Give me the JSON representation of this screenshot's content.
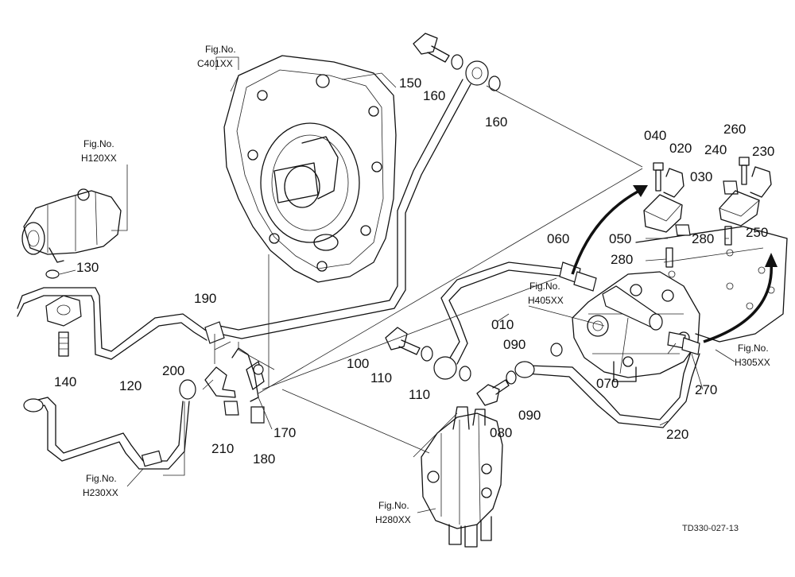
{
  "figure_refs": [
    {
      "id": "c401",
      "label": "Fig.No.",
      "code": "C401XX"
    },
    {
      "id": "h120",
      "label": "Fig.No.",
      "code": "H120XX"
    },
    {
      "id": "h405",
      "label": "Fig.No.",
      "code": "H405XX"
    },
    {
      "id": "h305",
      "label": "Fig.No.",
      "code": "H305XX"
    },
    {
      "id": "h230",
      "label": "Fig.No.",
      "code": "H230XX"
    },
    {
      "id": "h280",
      "label": "Fig.No.",
      "code": "H280XX"
    }
  ],
  "part_numbers": {
    "p010": "010",
    "p020": "020",
    "p030": "030",
    "p040": "040",
    "p050": "050",
    "p060": "060",
    "p070": "070",
    "p080": "080",
    "p090a": "090",
    "p090b": "090",
    "p100": "100",
    "p110a": "110",
    "p110b": "110",
    "p120": "120",
    "p130": "130",
    "p140": "140",
    "p150": "150",
    "p160a": "160",
    "p160b": "160",
    "p170": "170",
    "p180": "180",
    "p190": "190",
    "p200": "200",
    "p210": "210",
    "p220": "220",
    "p230": "230",
    "p240": "240",
    "p250": "250",
    "p260": "260",
    "p270": "270",
    "p280a": "280",
    "p280b": "280"
  },
  "drawing_code": "TD330-027-13"
}
